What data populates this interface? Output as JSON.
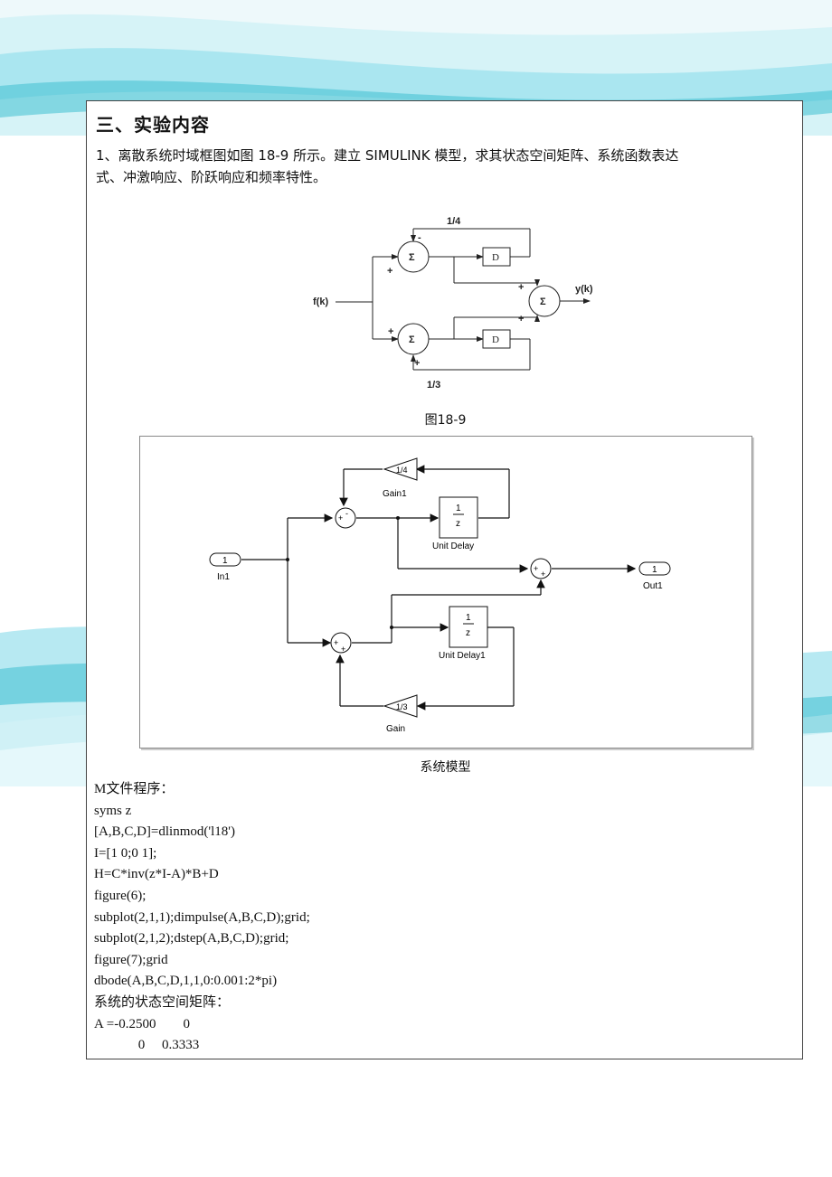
{
  "section": {
    "heading": "三、实验内容",
    "paragraph_line1": "1、离散系统时域框图如图 18-9 所示。建立 SIMULINK 模型，求其状态空间矩阵、系统函数表达",
    "paragraph_line2": "式、冲激响应、阶跃响应和频率特性。"
  },
  "figure1": {
    "caption": "图18-9",
    "labels": {
      "input": "f(k)",
      "output": "y(k)",
      "top_gain": "1/4",
      "bottom_gain": "1/3",
      "sum": "Σ",
      "delay": "D",
      "minus": "-",
      "plus": "+"
    }
  },
  "figure2": {
    "caption": "系统模型",
    "blocks": {
      "in_port_number": "1",
      "in_port_name": "In1",
      "out_port_number": "1",
      "out_port_name": "Out1",
      "gain1_value": "1/4",
      "gain1_name": "Gain1",
      "gain_value": "1/3",
      "gain_name": "Gain",
      "delay_numerator": "1",
      "delay_denominator": "z",
      "delay_name": "Unit Delay",
      "delay1_name": "Unit Delay1",
      "plus": "+",
      "minus": "-"
    }
  },
  "code_lines": [
    "M文件程序：",
    "syms z",
    "[A,B,C,D]=dlinmod('l18')",
    "I=[1 0;0 1];",
    "H=C*inv(z*I-A)*B+D",
    "figure(6);",
    "subplot(2,1,1);dimpulse(A,B,C,D);grid;",
    "subplot(2,1,2);dstep(A,B,C,D);grid;",
    "figure(7);grid",
    "dbode(A,B,C,D,1,1,0:0.001:2*pi)",
    "系统的状态空间矩阵：",
    "A =-0.2500        0",
    "             0     0.3333"
  ],
  "colors": {
    "wave_light": "#dff6fa",
    "wave_cyan": "#7fd8e8",
    "wave_teal": "#2bb8c9"
  }
}
